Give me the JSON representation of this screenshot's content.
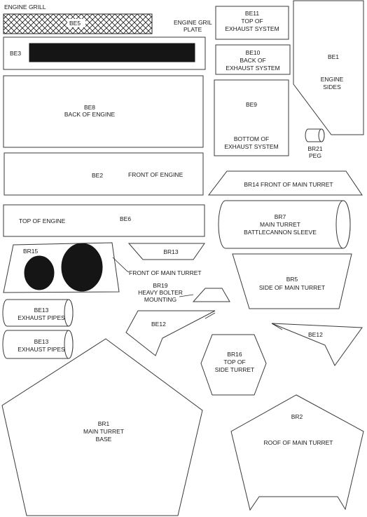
{
  "labels": {
    "engine_grill": "ENGINE GRILL",
    "be5": "BE5",
    "engine_gril_plate": [
      "ENGINE GRIL",
      "PLATE"
    ],
    "be3": "BE3",
    "be11": [
      "BE11",
      "TOP OF",
      "EXHAUST SYSTEM"
    ],
    "be10": [
      "BE10",
      "BACK OF",
      "EXHAUST SYSTEM"
    ],
    "be1": [
      "BE1",
      "ENGINE",
      "SIDES"
    ],
    "be8": [
      "BE8",
      "BACK OF ENGINE"
    ],
    "be9": [
      "BE9",
      "BOTTOM OF",
      "EXHAUST SYSTEM"
    ],
    "br21": [
      "BR21",
      "PEG"
    ],
    "be2": [
      "BE2",
      "FRONT OF ENGINE"
    ],
    "br14": "BR14 FRONT OF MAIN TURRET",
    "be6": [
      "TOP OF ENGINE",
      "BE6"
    ],
    "br7": [
      "BR7",
      "MAIN TURRET",
      "BATTLECANNON SLEEVE"
    ],
    "br15": "BR15",
    "br13": "BR13",
    "front_of_main_turret": "FRONT OF MAIN TURRET",
    "br5": [
      "BR5",
      "SIDE OF MAIN TURRET"
    ],
    "br19": [
      "BR19",
      "HEAVY BOLTER",
      "MOUNTING"
    ],
    "be13_a": [
      "BE13",
      "EXHAUST PIPES"
    ],
    "be13_b": [
      "BE13",
      "EXHAUST PIPES"
    ],
    "be12_left": "BE12",
    "be12_right": "BE12",
    "br16": [
      "BR16",
      "TOP OF",
      "SIDE TURRET"
    ],
    "br1": [
      "BR1",
      "MAIN TURRET",
      "BASE"
    ],
    "br2": [
      "BR2",
      "ROOF OF MAIN TURRET"
    ]
  }
}
